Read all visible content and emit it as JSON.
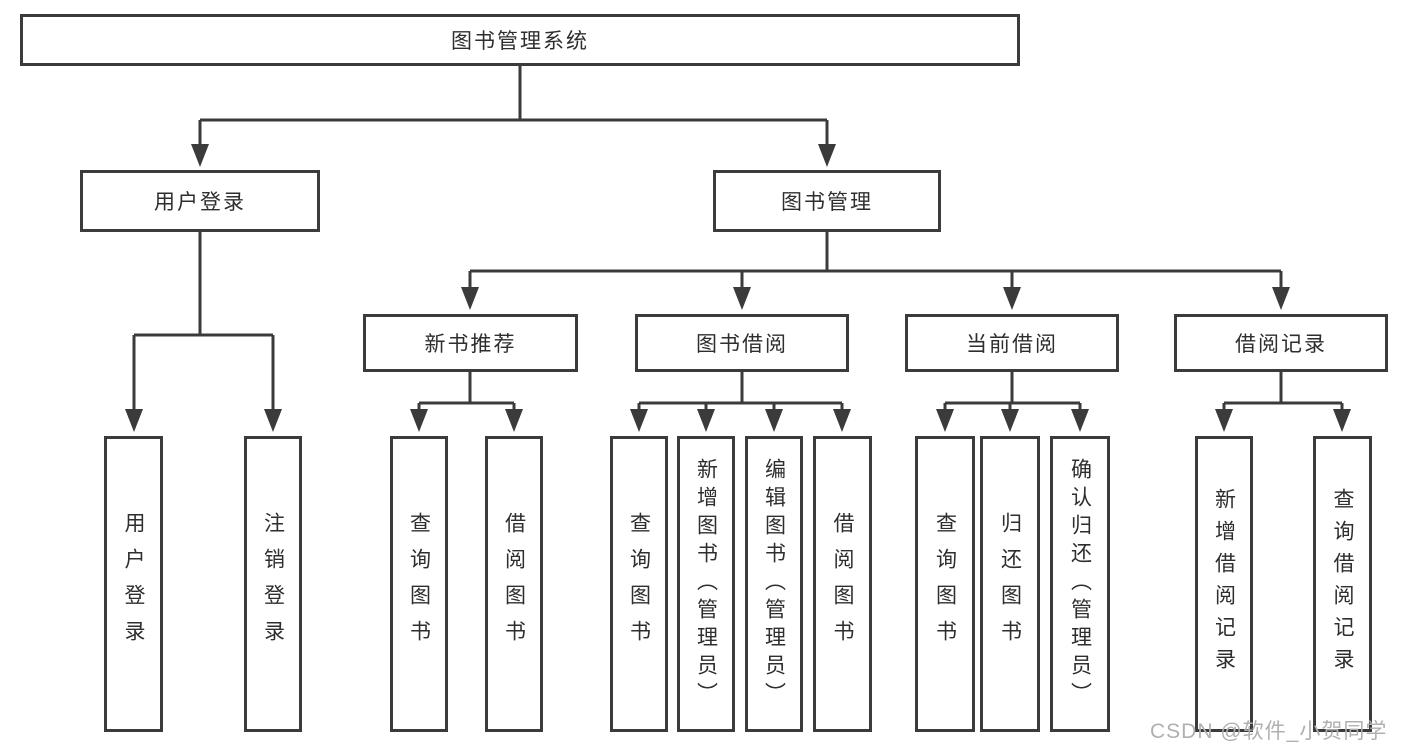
{
  "diagram_title": "图书管理系统",
  "colors": {
    "background": "#ffffff",
    "box_fill": "#ffffff",
    "box_border": "#3b3b3b",
    "connector_line": "#3b3b3b",
    "text": "#2e2e2e",
    "watermark": "#b0b0b0"
  },
  "tree": {
    "root": {
      "label": "图书管理系统"
    },
    "branches": [
      {
        "label": "用户登录",
        "children": [
          {
            "label": "用户登录"
          },
          {
            "label": "注销登录"
          }
        ]
      },
      {
        "label": "图书管理",
        "children": [
          {
            "label": "新书推荐",
            "children": [
              {
                "label": "查询图书"
              },
              {
                "label": "借阅图书"
              }
            ]
          },
          {
            "label": "图书借阅",
            "children": [
              {
                "label": "查询图书"
              },
              {
                "label": "新增图书（管理员）"
              },
              {
                "label": "编辑图书（管理员）"
              },
              {
                "label": "借阅图书"
              }
            ]
          },
          {
            "label": "当前借阅",
            "children": [
              {
                "label": "查询图书"
              },
              {
                "label": "归还图书"
              },
              {
                "label": "确认归还（管理员）"
              }
            ]
          },
          {
            "label": "借阅记录",
            "children": [
              {
                "label": "新增借阅记录"
              },
              {
                "label": "查询借阅记录"
              }
            ]
          }
        ]
      }
    ]
  },
  "watermark": "CSDN @软件_小贺同学"
}
